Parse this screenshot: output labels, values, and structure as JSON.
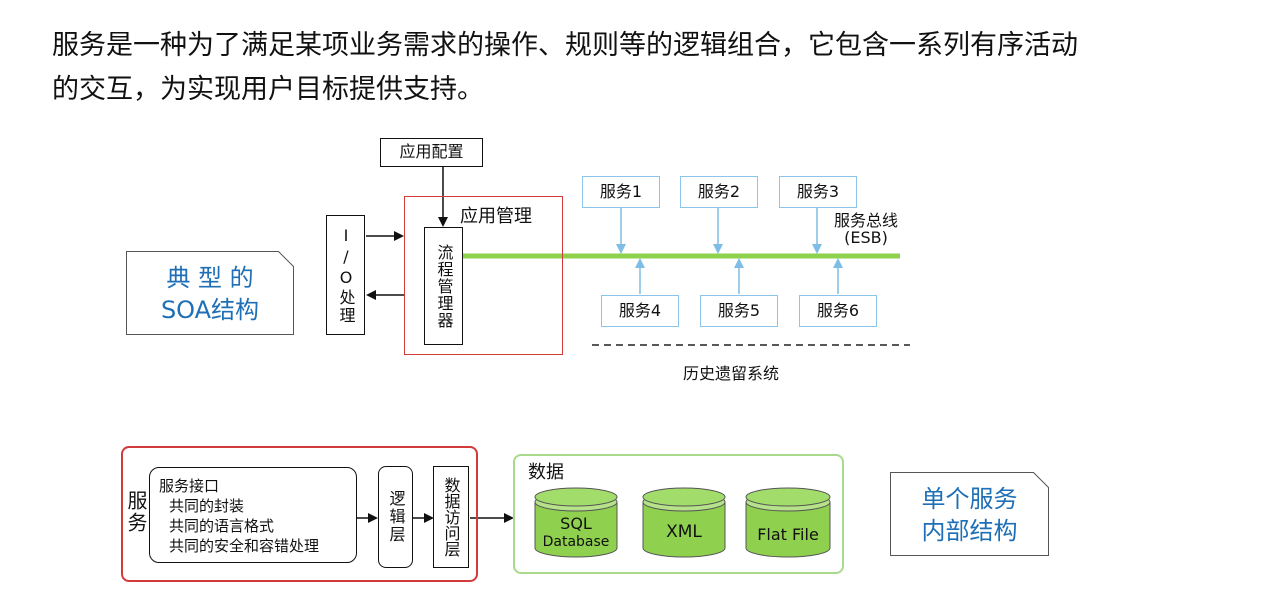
{
  "intro": {
    "line1": "服务是一种为了满足某项业务需求的操作、规则等的逻辑组合，它包含一系列有序活动",
    "line2": "的交互，为实现用户目标提供支持。"
  },
  "soa": {
    "note_line1": "典 型 的",
    "note_line2": "SOA结构",
    "app_config": "应用配置",
    "app_mgmt": "应用管理",
    "io": "I/O处理",
    "flow_mgr": "流程管理器",
    "esb_line1": "服务总线",
    "esb_line2": "(ESB)",
    "services_top": [
      "服务1",
      "服务2",
      "服务3"
    ],
    "services_bottom": [
      "服务4",
      "服务5",
      "服务6"
    ],
    "legacy": "历史遗留系统"
  },
  "internal": {
    "service_label": "服务",
    "interface_title": "服务接口",
    "interface_items": [
      "共同的封装",
      "共同的语言格式",
      "共同的安全和容错处理"
    ],
    "logic_layer": "逻辑层",
    "data_access": "数据访问层",
    "data_title": "数据",
    "db1_line1": "SQL",
    "db1_line2": "Database",
    "db2": "XML",
    "db3": "Flat File",
    "note_line1": "单个服务",
    "note_line2": "内部结构"
  },
  "colors": {
    "bus": "#8ed14c",
    "red_frame": "#d33a3a",
    "service_border": "#8cc4ea",
    "arrow_blue": "#7fbde6",
    "db_green": "#8fd14f",
    "note_text": "#1e6fb5"
  }
}
